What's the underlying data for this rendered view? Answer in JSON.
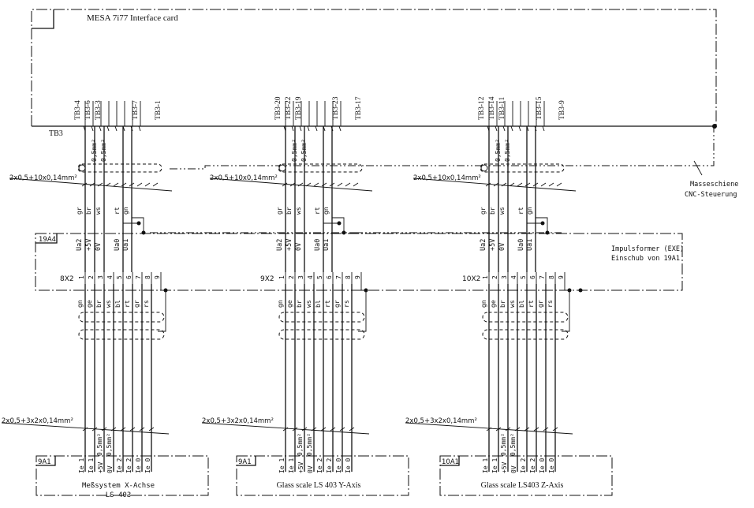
{
  "interface_card": {
    "title": "MESA 7i77 Interface card",
    "terminal_block": "TB3"
  },
  "ground_rail": {
    "label_line1": "Masseschiene",
    "label_line2": "CNC-Steuerung"
  },
  "pulse_shaper": {
    "tag": "19A4",
    "label_line1": "Impulsformer (EXE)",
    "label_line2": "Einschub von 19A1"
  },
  "conductor_section": "0,5mm²",
  "cable_upper": "2x0,5+10x0,14mm²",
  "cable_lower": "2x0,5+3x2x0,14mm²",
  "plug_pins": [
    "1",
    "2",
    "3",
    "4",
    "5",
    "6",
    "7",
    "8",
    "9"
  ],
  "upper_wire_colors": [
    "gr",
    "br",
    "ws",
    "rt",
    "gn"
  ],
  "upper_signals": [
    "Ua2",
    "+5V",
    "0V",
    "Ua0",
    "Ua1"
  ],
  "channels": [
    {
      "terminals": [
        "TB3-4",
        "TB3-6",
        "TB3-3",
        "TB3-7",
        "TB3-1"
      ],
      "plug": "8X2",
      "lower_colors": [
        "gn",
        "ge",
        "br",
        "ws",
        "bl",
        "rt",
        "gr",
        "rs"
      ],
      "box_tag": "9A1",
      "scale_pins": [
        "Ie 1",
        "Ie 1",
        "+5V",
        "0V",
        "Ie 2",
        "Ie 2",
        "Ie 0",
        "Ie 0"
      ],
      "scale_line1": "Meßsystem X-Achse",
      "scale_line2": "LS 403"
    },
    {
      "terminals": [
        "TB3-20",
        "TB3-22",
        "TB3-19",
        "TB3-23",
        "TB3-17"
      ],
      "plug": "9X2",
      "lower_colors": [
        "gn",
        "ge",
        "br",
        "ws",
        "bl",
        "rt",
        "gr",
        "rs"
      ],
      "box_tag": "9A1",
      "scale_pins": [
        "Ie 1",
        "Ie 1",
        "+5V",
        "0V",
        "Ie 2",
        "Ie 2",
        "Ie 0",
        "Ie 0"
      ],
      "scale_line1": "Glass scale LS 403 Y-Axis",
      "scale_line2": ""
    },
    {
      "terminals": [
        "TB3-12",
        "TB3-14",
        "TB3-11",
        "TB3-15",
        "TB3-9"
      ],
      "plug": "10X2",
      "lower_colors": [
        "gn",
        "ge",
        "br",
        "ws",
        "bl",
        "rt",
        "gr",
        "rs"
      ],
      "box_tag": "10A1",
      "scale_pins": [
        "Ie 1",
        "Ie 1",
        "+5V",
        "0V",
        "Ie 2",
        "Ie 2",
        "Ie 0",
        "Ie 0"
      ],
      "scale_line1": "Glass scale LS403 Z-Axis",
      "scale_line2": ""
    }
  ]
}
